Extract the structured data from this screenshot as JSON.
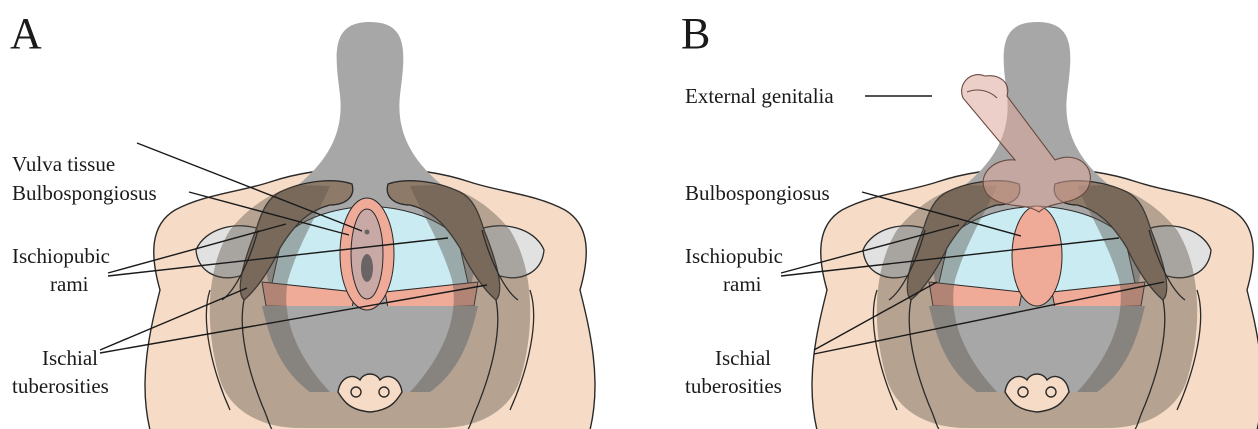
{
  "panels": [
    {
      "letter": "A",
      "labels": {
        "vulva_tissue": "Vulva tissue",
        "bulbospongiosus": "Bulbospongiosus",
        "ischiopubic_line1": "Ischiopubic",
        "ischiopubic_line2": "rami",
        "ischial_line1": "Ischial",
        "ischial_line2": "tuberosities"
      }
    },
    {
      "letter": "B",
      "labels": {
        "external_genitalia": "External genitalia",
        "bulbospongiosus": "Bulbospongiosus",
        "ischiopubic_line1": "Ischiopubic",
        "ischiopubic_line2": "rami",
        "ischial_line1": "Ischial",
        "ischial_line2": "tuberosities"
      }
    }
  ],
  "colors": {
    "bone": "#f6dcc6",
    "trunk": "#a7a7a7",
    "perineal_membrane": "#c9ebf1",
    "muscle": "#f0aa98",
    "femoral_head": "#e1e1e1",
    "ramus": "#8e7a68"
  }
}
